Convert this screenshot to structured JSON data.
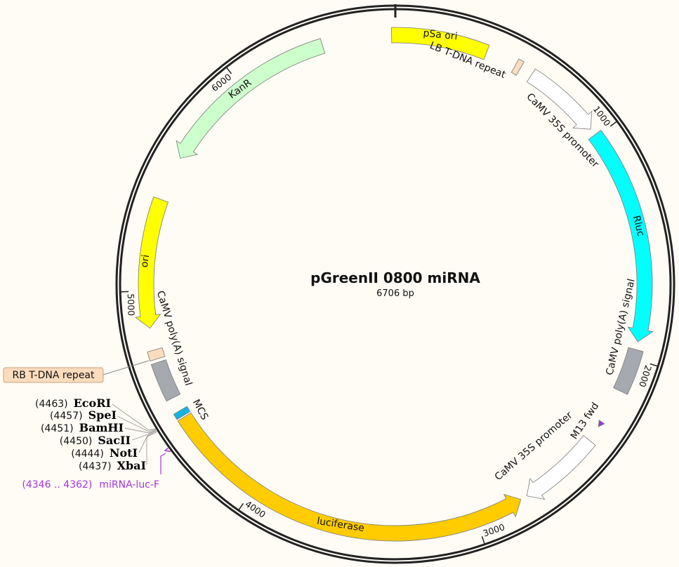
{
  "map": {
    "title": "pGreenII 0800 miRNA",
    "length_label": "6706 bp",
    "length_bp": 6706
  },
  "ticks": [
    {
      "bp": 1000,
      "label": "1000"
    },
    {
      "bp": 2000,
      "label": "2000"
    },
    {
      "bp": 3000,
      "label": "3000"
    },
    {
      "bp": 4000,
      "label": "4000"
    },
    {
      "bp": 5000,
      "label": "5000"
    },
    {
      "bp": 6000,
      "label": "6000"
    }
  ],
  "features": [
    {
      "id": "psa-ori",
      "label": "pSa ori",
      "start": 6690,
      "end": 400,
      "direction": 0,
      "color": "#ffff00"
    },
    {
      "id": "lb-tdna",
      "label": "LB T-DNA repeat",
      "start": 535,
      "end": 560,
      "direction": 0,
      "color": "#fbdcbd"
    },
    {
      "id": "camv35s-1",
      "label": "CaMV 35S promoter",
      "start": 615,
      "end": 960,
      "direction": 1,
      "color": "#ffffff"
    },
    {
      "id": "rluc",
      "label": "Rluc",
      "start": 990,
      "end": 1925,
      "direction": 1,
      "color": "#00ffff"
    },
    {
      "id": "polya-1",
      "label": "CaMV poly(A) signal",
      "start": 1960,
      "end": 2150,
      "direction": 0,
      "color": "#a6a9b0"
    },
    {
      "id": "m13-fwd",
      "label": "M13 fwd",
      "start": 2305,
      "end": 2330,
      "direction": 1,
      "color": "#9933ee"
    },
    {
      "id": "camv35s-2",
      "label": "CaMV 35S promoter",
      "start": 2400,
      "end": 2760,
      "direction": 1,
      "color": "#ffffff"
    },
    {
      "id": "luciferase",
      "label": "luciferase",
      "start": 2790,
      "end": 4430,
      "direction": -1,
      "color": "#ffcc00"
    },
    {
      "id": "mcs",
      "label": "MCS",
      "start": 4437,
      "end": 4463,
      "direction": 0,
      "color": "#11b5e4"
    },
    {
      "id": "polya-2",
      "label": "CaMV poly(A) signal",
      "start": 4525,
      "end": 4690,
      "direction": 0,
      "color": "#a6a9b0"
    },
    {
      "id": "rb-tdna",
      "label": "RB T-DNA repeat",
      "start": 4705,
      "end": 4745,
      "direction": 0,
      "color": "#fbdcbd"
    },
    {
      "id": "ori",
      "label": "ori",
      "start": 4840,
      "end": 5400,
      "direction": -1,
      "color": "#ffff00"
    },
    {
      "id": "kanr",
      "label": "KanR",
      "start": 5595,
      "end": 6390,
      "direction": -1,
      "color": "#ccffcc"
    }
  ],
  "enzymes": [
    {
      "position": "(4463)",
      "name": "EcoRI"
    },
    {
      "position": "(4457)",
      "name": "SpeI"
    },
    {
      "position": "(4451)",
      "name": "BamHI"
    },
    {
      "position": "(4450)",
      "name": "SacII"
    },
    {
      "position": "(4444)",
      "name": "NotI"
    },
    {
      "position": "(4437)",
      "name": "XbaI"
    }
  ],
  "primer": {
    "range": "(4346 .. 4362)",
    "name": "miRNA-luc-F",
    "start": 4346,
    "end": 4362,
    "color": "#a335e0"
  }
}
